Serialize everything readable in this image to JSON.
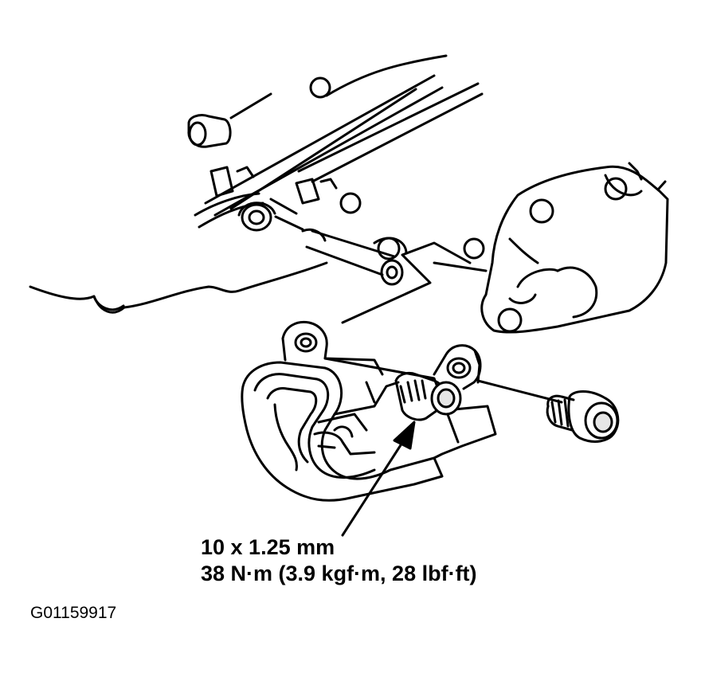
{
  "figure": {
    "callout_size": "10 x 1.25 mm",
    "callout_torque": "38 N·m (3.9 kgf·m, 28 lbf·ft)",
    "figure_code": "G01159917"
  },
  "colors": {
    "ink": "#000000",
    "paper": "#ffffff",
    "shade": "#e6e6e6"
  }
}
